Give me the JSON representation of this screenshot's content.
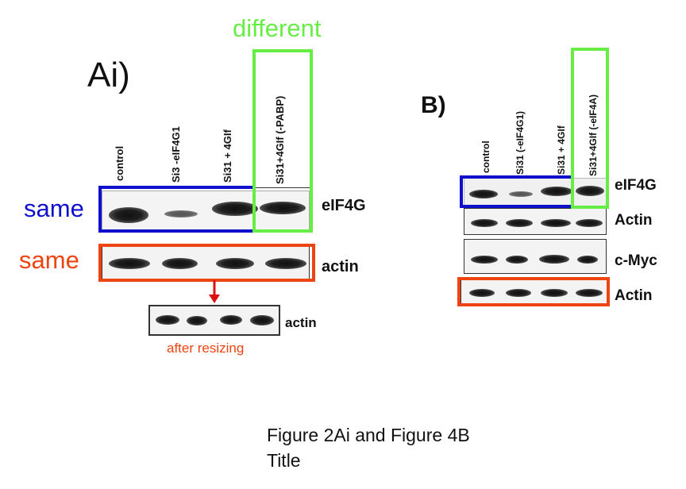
{
  "annotations": {
    "different": "different",
    "same_top": "same",
    "same_bottom": "same",
    "after_resizing": "after resizing"
  },
  "panel_a": {
    "title": "Ai)",
    "lanes": [
      "control",
      "Si3 -eIF4G1",
      "Si31 + 4GIf",
      "Si31+4GIf (-PABP)"
    ],
    "rows": [
      "eIF4G",
      "actin"
    ],
    "resized_row": "actin"
  },
  "panel_b": {
    "title": "B)",
    "lanes": [
      "control",
      "Si31 (-eIF4G1)",
      "Si31 + 4GIf",
      "Si31+4GIf (-eIF4A)"
    ],
    "rows": [
      "eIF4G",
      "Actin",
      "c-Myc",
      "Actin"
    ]
  },
  "caption": {
    "line1": "Figure 2Ai and Figure 4B",
    "line2": "Title"
  },
  "colors": {
    "different_box": "#66ee44",
    "same_blue": "#1010cc",
    "same_red": "#ee4411",
    "arrow": "#dd1111"
  }
}
